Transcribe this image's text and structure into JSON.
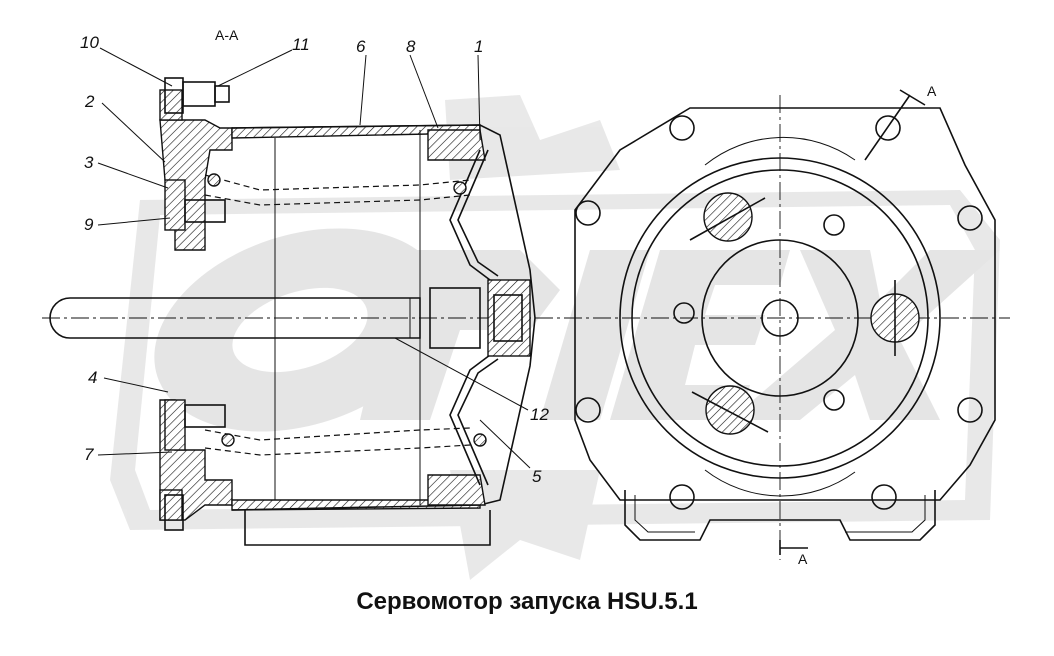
{
  "caption": "Сервомотор запуска HSU.5.1",
  "section_label": "A-A",
  "section_marks": [
    "A",
    "A"
  ],
  "watermark": "ORIEX",
  "callouts": [
    "10",
    "11",
    "2",
    "3",
    "9",
    "4",
    "7",
    "6",
    "8",
    "1",
    "12",
    "5"
  ]
}
